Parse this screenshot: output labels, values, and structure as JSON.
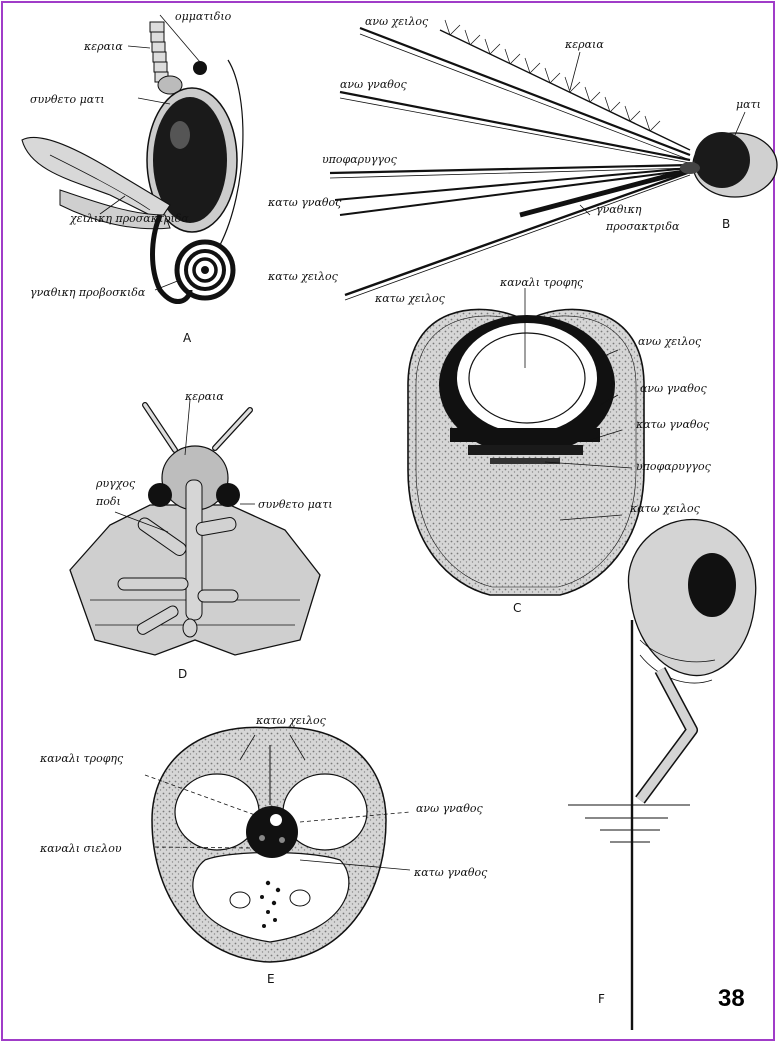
{
  "page_number": "38",
  "panels": {
    "A": {
      "letter": "A",
      "labels": {
        "antenna": "κεραια",
        "ommatidium": "ομματιδιο",
        "compound_eye": "συνθετο ματι",
        "labial_palp": "χειλικη προσακτριδα",
        "maxillary_proboscis": "γναθικη προβοσκιδα"
      }
    },
    "B": {
      "letter": "B",
      "labels": {
        "upper_lip": "ανω χειλος",
        "antenna": "κεραια",
        "upper_jaw": "ανω γναθος",
        "eye": "ματι",
        "hypopharynx": "υποφαρυγγος",
        "lower_jaw": "κατω γναθος",
        "maxillary_palp_1": "γναθικη",
        "maxillary_palp_2": "προσακτριδα",
        "lower_lip": "κατω χειλος"
      }
    },
    "C": {
      "letter": "C",
      "labels": {
        "food_canal": "καναλι τροφης",
        "lower_lip_top": "κατω χειλος",
        "upper_lip": "ανω χειλος",
        "upper_jaw": "ανω γναθος",
        "lower_jaw": "κατω γναθος",
        "hypopharynx": "υποφαρυγγος",
        "lower_lip": "κατω χειλος"
      }
    },
    "D": {
      "letter": "D",
      "labels": {
        "antenna": "κεραια",
        "proboscis": "ρυγχος",
        "leg": "ποδι",
        "compound_eye": "συνθετο ματι"
      }
    },
    "E": {
      "letter": "E",
      "labels": {
        "lower_lip": "κατω χειλος",
        "food_canal": "καναλι τροφης",
        "upper_jaw": "ανω γναθος",
        "saliva_canal": "καναλι σιελου",
        "lower_jaw": "κατω γναθος"
      }
    },
    "F": {
      "letter": "F"
    }
  },
  "colors": {
    "ink": "#111111",
    "frame": "#a03cc8",
    "stipple": "#9a9a9a"
  }
}
